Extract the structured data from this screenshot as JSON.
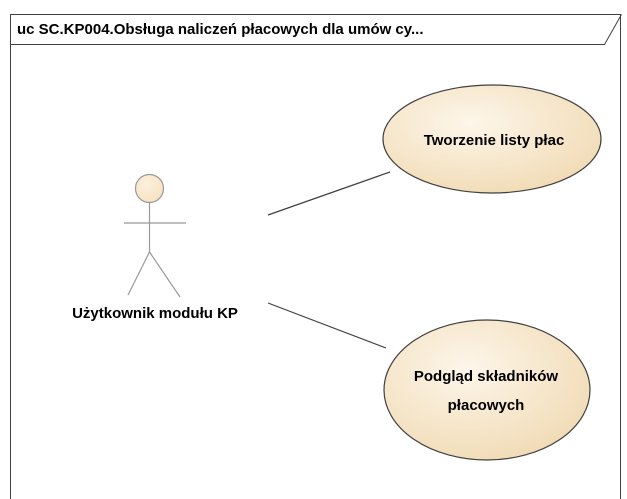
{
  "diagram": {
    "title": "uc SC.KP004.Obsługa naliczeń płacowych dla umów cy...",
    "actor": {
      "name": "Użytkownik modułu KP"
    },
    "use_cases": [
      {
        "lines": [
          "Tworzenie listy płac"
        ]
      },
      {
        "lines": [
          "Podgląd składników",
          "płacowych"
        ]
      }
    ],
    "colors": {
      "use_case_fill_light": "#fdf6ea",
      "use_case_fill_dark": "#f0d9b1",
      "stroke": "#404040",
      "actor_stroke": "#999999",
      "actor_head_fill": "#f7e1bf"
    }
  }
}
